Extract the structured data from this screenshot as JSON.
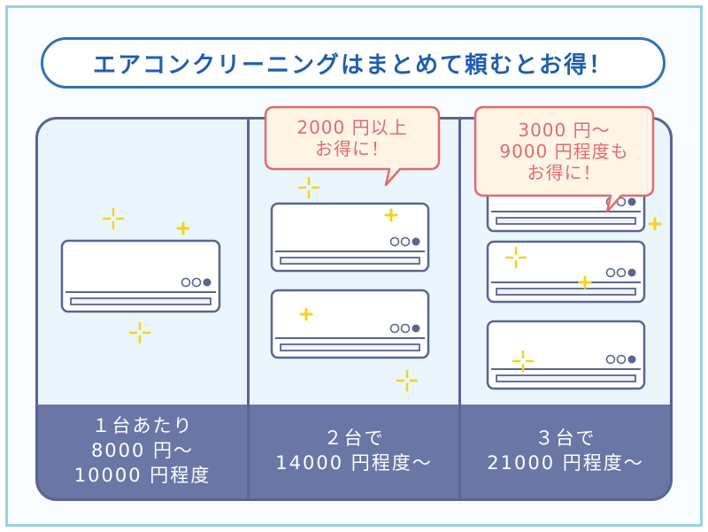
{
  "title": "エアコンクリーニングはまとめて頼むとお得！",
  "panels": [
    {
      "lines": [
        "１台あたり",
        "8000 円～",
        "10000 円程度"
      ]
    },
    {
      "lines": [
        "２台で",
        "14000 円程度～"
      ],
      "bubble": [
        "2000 円以上",
        "お得に！"
      ]
    },
    {
      "lines": [
        "３台で",
        "21000 円程度～"
      ],
      "bubble": [
        "3000 円～",
        "9000 円程度も",
        "お得に！"
      ]
    }
  ],
  "colors": {
    "title_text": "#1f5fae",
    "title_border": "#2f73b8",
    "panel_border": "#5a6593",
    "panel_bottom": "#6a76a5",
    "panel_top": "#eaf6fc",
    "bubble_fill": "#fff5e6",
    "bubble_border": "#e06a70",
    "bubble_text": "#e06a70",
    "sparkle": "#f5d21b",
    "outer_frame": "#9ccfe6"
  }
}
